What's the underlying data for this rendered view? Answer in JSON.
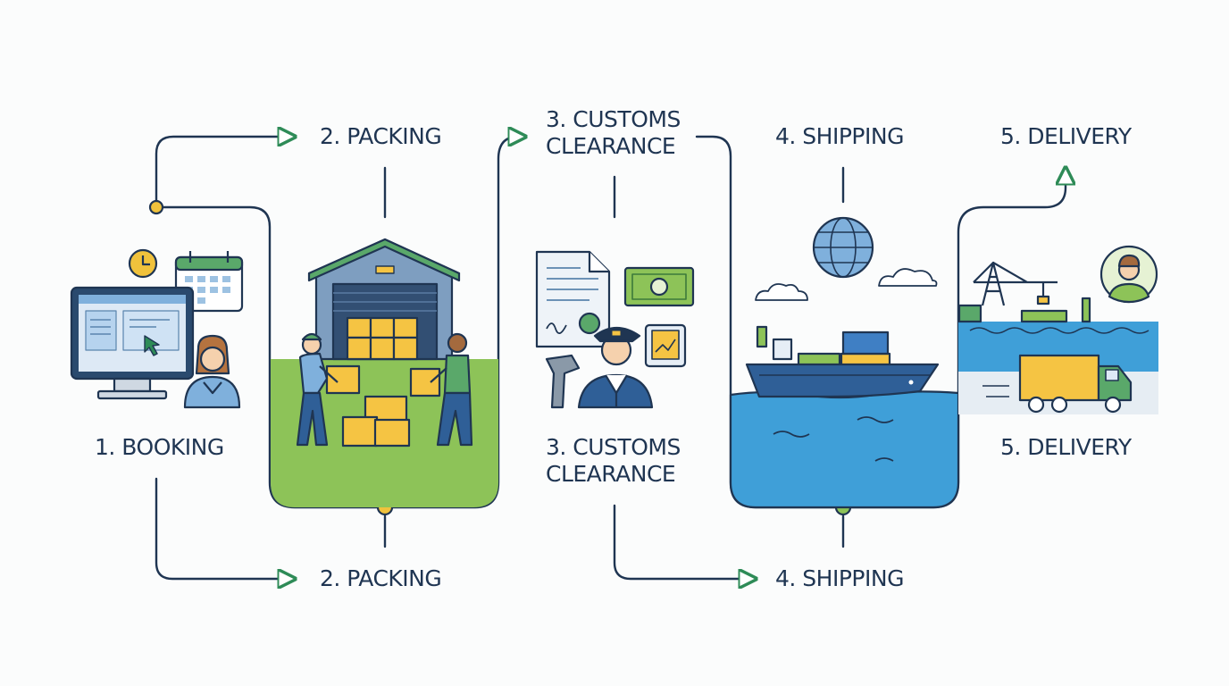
{
  "diagram": {
    "colors": {
      "line": "#1f3552",
      "accent_green": "#2e8b57",
      "node_fill": "#f0c23c",
      "grass": "#8dc358",
      "sea": "#3f9fd8",
      "box": "#f5c443"
    },
    "steps": [
      {
        "id": "booking",
        "label": "1. BOOKING",
        "icons": [
          "computer-icon",
          "clock-icon",
          "calendar-icon",
          "person-icon"
        ]
      },
      {
        "id": "packing",
        "label": "2. PACKING",
        "icons": [
          "warehouse-icon",
          "box-icon",
          "worker-icon"
        ]
      },
      {
        "id": "customs",
        "label_line1": "3. CUSTOMS",
        "label_line2": "CLEARANCE",
        "icons": [
          "document-icon",
          "money-icon",
          "officer-icon",
          "scanner-icon",
          "tablet-icon"
        ]
      },
      {
        "id": "shipping",
        "label": "4. SHIPPING",
        "icons": [
          "globe-icon",
          "cloud-icon",
          "ship-icon",
          "wave-icon"
        ]
      },
      {
        "id": "delivery",
        "label": "5. DELIVERY",
        "icons": [
          "crane-icon",
          "truck-icon",
          "avatar-icon"
        ]
      }
    ]
  }
}
